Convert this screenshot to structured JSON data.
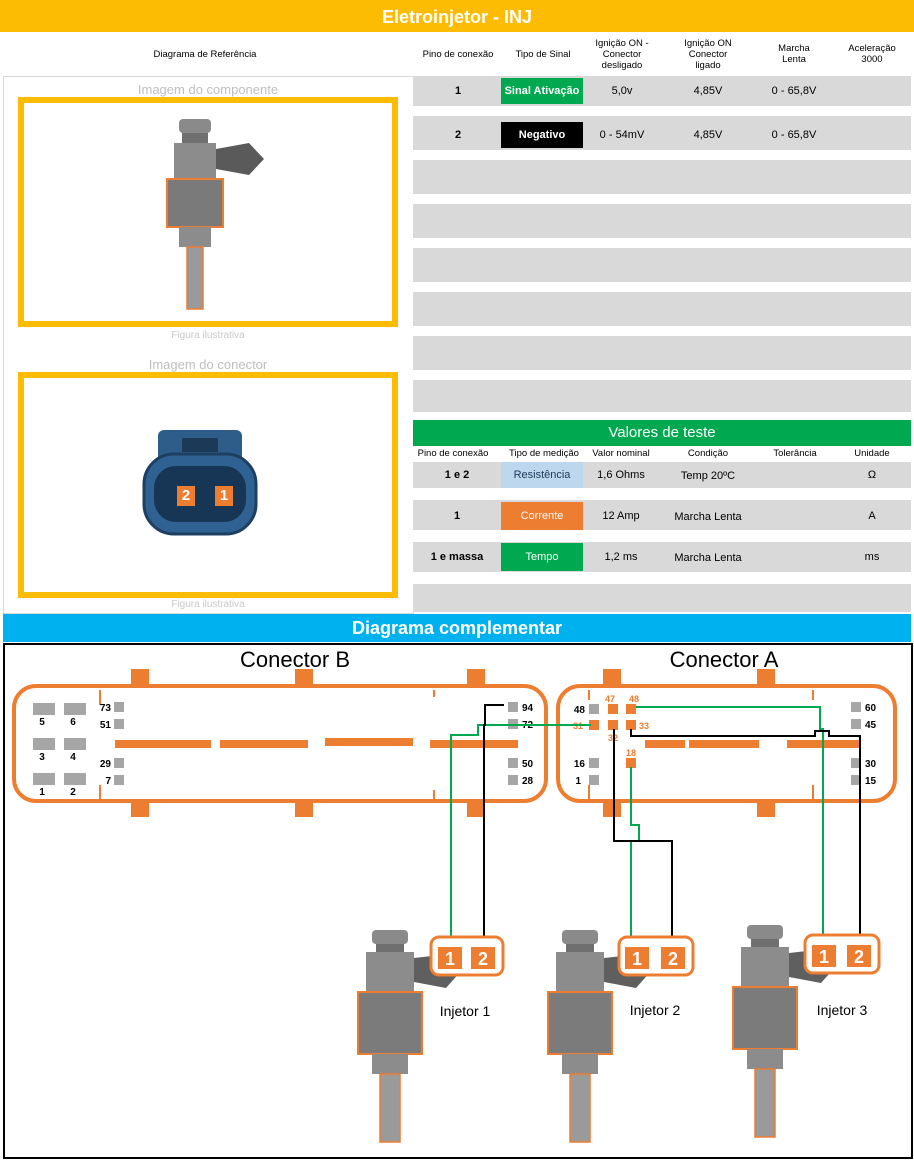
{
  "title": "Eletroinjetor - INJ",
  "headers": {
    "diagrama": "Diagrama de Referência",
    "pino": "Pino de conexão",
    "tipo": "Tipo de Sinal",
    "ign_off_1": "Ignição ON -",
    "ign_off_2": "Conector",
    "ign_off_3": "desligado",
    "ign_on_1": "Ignição ON",
    "ign_on_2": "Conector",
    "ign_on_3": "ligado",
    "marcha_1": "Marcha",
    "marcha_2": "Lenta",
    "acel_1": "Aceleração",
    "acel_2": "3000"
  },
  "left": {
    "component_caption": "Imagem do componente",
    "connector_caption": "Imagem do conector",
    "figure_note": "Figura ilustrativa",
    "connector_pins": [
      "2",
      "1"
    ]
  },
  "signal_rows": [
    {
      "pin": "1",
      "type": "Sinal Ativação",
      "ign_off": "5,0v",
      "ign_on": "4,85V",
      "marcha": "0 - 65,8V",
      "acel": ""
    },
    {
      "pin": "2",
      "type": "Negativo",
      "ign_off": "0 - 54mV",
      "ign_on": "4,85V",
      "marcha": "0 - 65,8V",
      "acel": ""
    }
  ],
  "test_values": {
    "title": "Valores de teste",
    "headers": {
      "pino": "Pino de conexão",
      "tipo": "Tipo de medição",
      "valor": "Valor nominal",
      "condicao": "Condição",
      "tolerancia": "Tolerância",
      "unidade": "Unidade"
    },
    "rows": [
      {
        "pin": "1 e 2",
        "type": "Resistência",
        "value": "1,6 Ohms",
        "condition": "Temp 20ºC",
        "tolerance": "",
        "unit": "Ω"
      },
      {
        "pin": "1",
        "type": "Corrente",
        "value": "12 Amp",
        "condition": "Marcha Lenta",
        "tolerance": "",
        "unit": "A"
      },
      {
        "pin": "1 e massa",
        "type": "Tempo",
        "value": "1,2 ms",
        "condition": "Marcha Lenta",
        "tolerance": "",
        "unit": "ms"
      }
    ]
  },
  "diagram": {
    "title": "Diagrama complementar",
    "connector_b": {
      "label": "Conector B",
      "pins_left": [
        "5",
        "6",
        "3",
        "4",
        "1",
        "2"
      ],
      "pins_mid": [
        "73",
        "51",
        "29",
        "7"
      ],
      "pins_right": [
        "94",
        "72",
        "50",
        "28"
      ]
    },
    "connector_a": {
      "label": "Conector A",
      "pins_left": [
        "48",
        "16",
        "1"
      ],
      "pins_orange": [
        "47",
        "48",
        "31",
        "33",
        "32",
        "18"
      ],
      "pins_right": [
        "60",
        "45",
        "30",
        "15"
      ]
    },
    "injectors": [
      {
        "label": "Injetor 1",
        "pins": [
          "1",
          "2"
        ]
      },
      {
        "label": "Injetor 2",
        "pins": [
          "1",
          "2"
        ]
      },
      {
        "label": "Injetor 3",
        "pins": [
          "1",
          "2"
        ]
      }
    ]
  },
  "colors": {
    "yellow": "#fcbc04",
    "green": "#00a94f",
    "blue": "#00b1f0",
    "orange": "#ed7d31",
    "light_blue": "#bdd7ee"
  }
}
